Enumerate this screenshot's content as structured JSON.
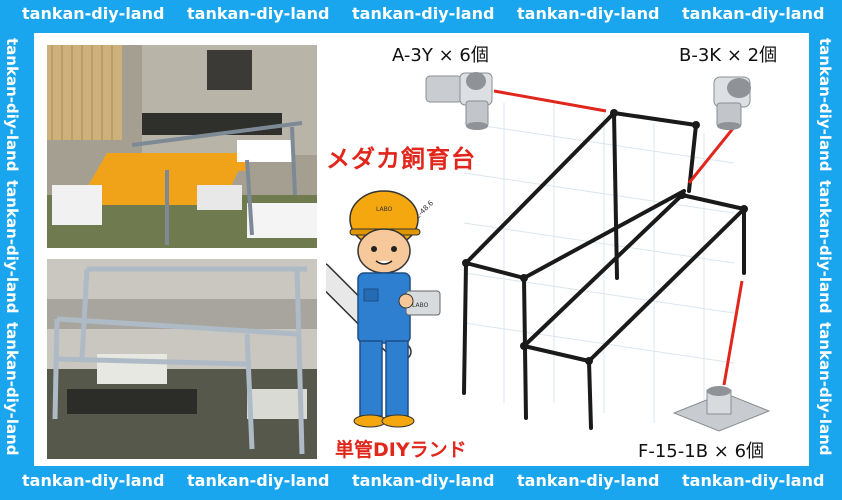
{
  "watermark": "tankan-diy-land",
  "title": "メダカ飼育台",
  "brand": "単管DIYランド",
  "parts": {
    "a": "A-3Y × 6個",
    "b": "B-3K × 2個",
    "f": "F-15-1B × 6個"
  },
  "mascot": {
    "helmet_text": "LABO",
    "pipe_text": "PIPE-48.6",
    "holding_text": "LABO"
  },
  "colors": {
    "frame": "#1aa6ee",
    "accent": "#e1261c",
    "pipe": "#1a1a1a"
  }
}
